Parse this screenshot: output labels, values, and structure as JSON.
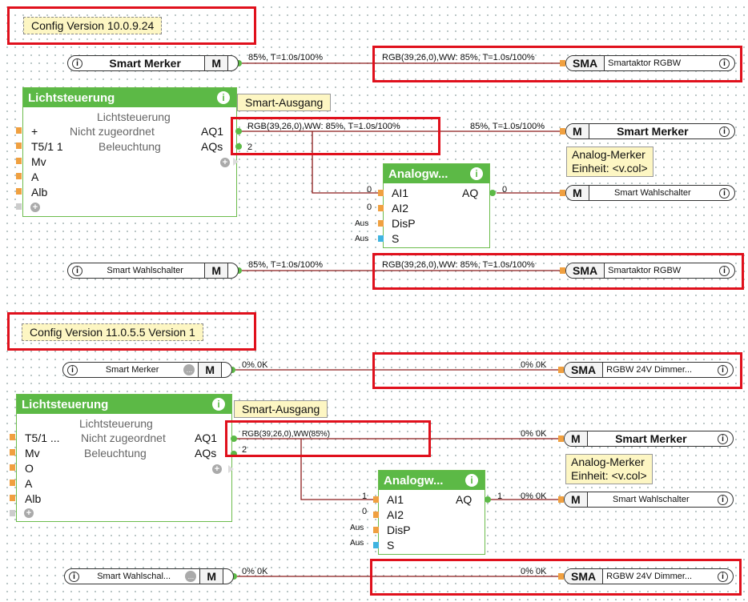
{
  "top": {
    "version_label": "Config Version 10.0.9.24",
    "merker_in": {
      "name": "Smart Merker",
      "tag": "M",
      "info": "i"
    },
    "wire1_value": "85%, T=1.0s/100%",
    "sma1_value": "RGB(39,26,0),WW: 85%, T=1.0s/100%",
    "sma1": {
      "tag": "SMA",
      "name": "Smartaktor RGBW",
      "info": "i"
    },
    "block": {
      "title": "Lichtsteuerung",
      "info": "i",
      "subtitle": "Lichtsteuerung",
      "rows": [
        {
          "in": "+",
          "mid": "Nicht zugeordnet",
          "out": "AQ1"
        },
        {
          "in": "T5/1 1",
          "mid": "Beleuchtung",
          "out": "AQs"
        },
        {
          "in": "Mv",
          "mid": "",
          "out": ""
        },
        {
          "in": "A",
          "mid": "",
          "out": ""
        },
        {
          "in": "Alb",
          "mid": "",
          "out": ""
        }
      ]
    },
    "smart_ausgang": "Smart-Ausgang",
    "aq1_value": "RGB(39,26,0),WW: 85%, T=1.0s/100%",
    "aqs_value": "2",
    "merker_out_value": "85%, T=1.0s/100%",
    "merker_out": {
      "tag": "M",
      "name": "Smart Merker",
      "info": "i"
    },
    "analog_note": [
      "Analog-Merker",
      "Einheit: <v.col>"
    ],
    "analog_block": {
      "title": "Analogw...",
      "info": "i",
      "inputs": [
        "AI1",
        "AI2",
        "DisP",
        "S"
      ],
      "output": "AQ",
      "input_values": [
        "0",
        "0",
        "Aus",
        "Aus"
      ],
      "output_value": "0"
    },
    "wahl_out": {
      "tag": "M",
      "name": "Smart Wahlschalter",
      "info": "i"
    },
    "wahl_in": {
      "name": "Smart Wahlschalter",
      "tag": "M",
      "info": "i"
    },
    "wire2_value": "85%, T=1.0s/100%",
    "sma2_value": "RGB(39,26,0),WW: 85%, T=1.0s/100%",
    "sma2": {
      "tag": "SMA",
      "name": "Smartaktor RGBW",
      "info": "i"
    }
  },
  "bottom": {
    "version_label": "Config Version 11.0.5.5 Version 1",
    "merker_in": {
      "name": "Smart Merker",
      "tag": "M",
      "info": "i",
      "dots": "..."
    },
    "wire1_value": "0% 0K",
    "sma1_value": "0% 0K",
    "sma1": {
      "tag": "SMA",
      "name": "RGBW 24V Dimmer...",
      "info": "i"
    },
    "block": {
      "title": "Lichtsteuerung",
      "info": "i",
      "subtitle": "Lichtsteuerung",
      "rows": [
        {
          "in": "T5/1 ...",
          "mid": "Nicht zugeordnet",
          "out": "AQ1"
        },
        {
          "in": "Mv",
          "mid": "Beleuchtung",
          "out": "AQs"
        },
        {
          "in": "O",
          "mid": "",
          "out": ""
        },
        {
          "in": "A",
          "mid": "",
          "out": ""
        },
        {
          "in": "Alb",
          "mid": "",
          "out": ""
        }
      ]
    },
    "smart_ausgang": "Smart-Ausgang",
    "aq1_value": "RGB(39,26,0),WW(85%)",
    "aqs_value": "2",
    "merker_out_value": "0% 0K",
    "merker_out": {
      "tag": "M",
      "name": "Smart Merker",
      "info": "i"
    },
    "analog_note": [
      "Analog-Merker",
      "Einheit: <v.col>"
    ],
    "analog_block": {
      "title": "Analogw...",
      "info": "i",
      "inputs": [
        "AI1",
        "AI2",
        "DisP",
        "S"
      ],
      "output": "AQ",
      "input_values": [
        "1",
        "0",
        "Aus",
        "Aus"
      ],
      "output_value": "1",
      "output_value2": "0% 0K"
    },
    "wahl_out": {
      "tag": "M",
      "name": "Smart Wahlschalter",
      "info": "i"
    },
    "wahl_in": {
      "name": "Smart Wahlschal...",
      "tag": "M",
      "info": "i",
      "dots": "..."
    },
    "wire2_value": "0% 0K",
    "sma2_value": "0% 0K",
    "sma2": {
      "tag": "SMA",
      "name": "RGBW 24V Dimmer...",
      "info": "i"
    }
  },
  "colors": {
    "wire": "#8b1a1a",
    "block_green": "#5cb946",
    "highlight": "#e0101c",
    "note": "#fdf6c3"
  }
}
